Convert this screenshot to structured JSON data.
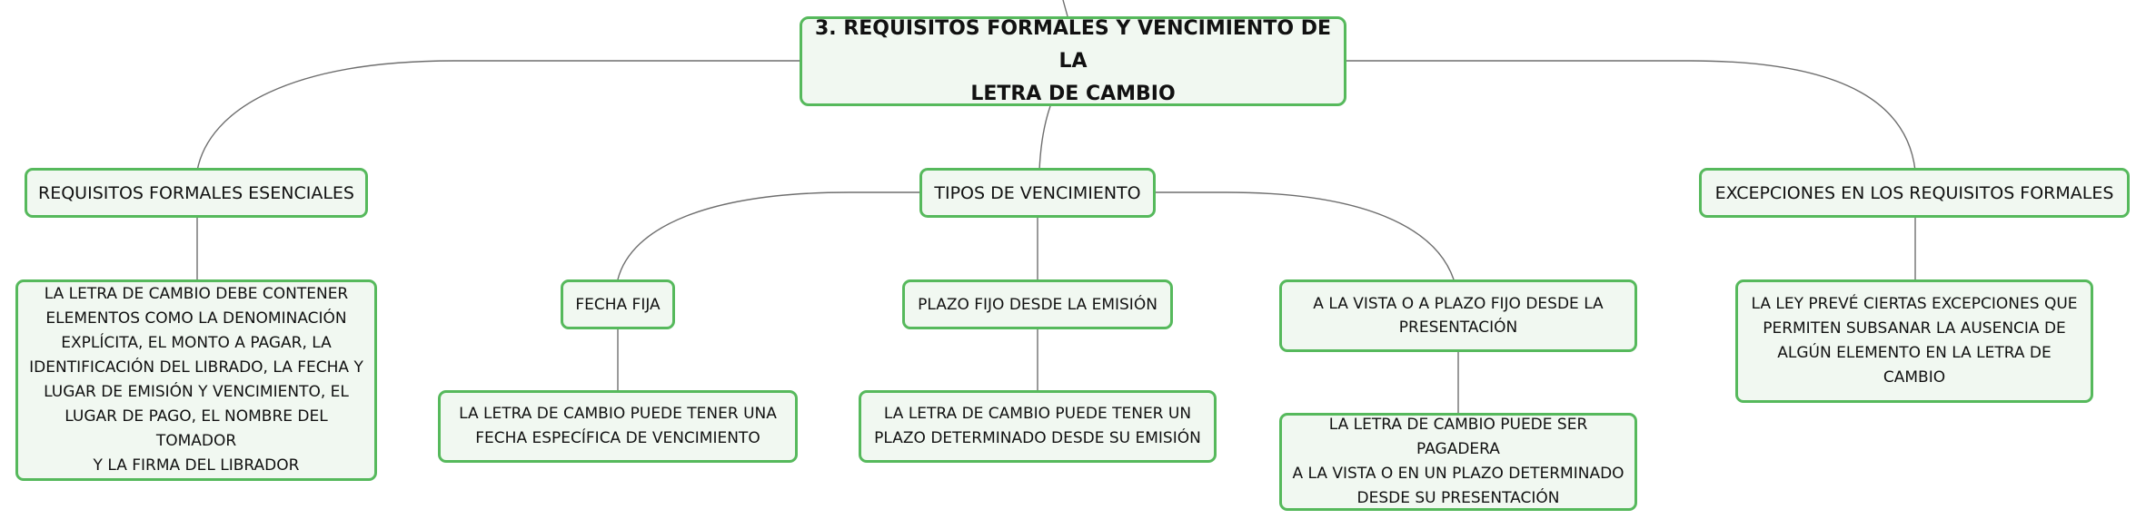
{
  "diagram": {
    "root": {
      "title": "3. REQUISITOS FORMALES Y VENCIMIENTO DE LA\nLETRA DE CAMBIO"
    },
    "branches": {
      "requisitos": {
        "label": "REQUISITOS FORMALES ESENCIALES",
        "detail": "LA LETRA DE CAMBIO DEBE CONTENER\nELEMENTOS COMO LA DENOMINACIÓN\nEXPLÍCITA, EL MONTO A PAGAR, LA\nIDENTIFICACIÓN DEL LIBRADO, LA FECHA Y\nLUGAR DE EMISIÓN Y VENCIMIENTO, EL\nLUGAR DE PAGO, EL NOMBRE DEL TOMADOR\nY LA FIRMA DEL LIBRADOR"
      },
      "tipos": {
        "label": "TIPOS DE VENCIMIENTO",
        "children": [
          {
            "label": "FECHA FIJA",
            "detail": "LA LETRA DE CAMBIO PUEDE TENER UNA\nFECHA ESPECÍFICA DE VENCIMIENTO"
          },
          {
            "label": "PLAZO FIJO DESDE LA EMISIÓN",
            "detail": "LA LETRA DE CAMBIO PUEDE TENER UN\nPLAZO DETERMINADO DESDE SU EMISIÓN"
          },
          {
            "label": "A LA VISTA O A PLAZO FIJO DESDE LA\nPRESENTACIÓN",
            "detail": "LA LETRA DE CAMBIO PUEDE SER PAGADERA\nA LA VISTA O EN UN PLAZO DETERMINADO\nDESDE SU PRESENTACIÓN"
          }
        ]
      },
      "excepciones": {
        "label": "EXCEPCIONES EN LOS REQUISITOS FORMALES",
        "detail": "LA LEY PREVÉ CIERTAS EXCEPCIONES QUE\nPERMITEN SUBSANAR LA AUSENCIA DE\nALGÚN ELEMENTO EN LA LETRA DE CAMBIO"
      }
    },
    "colors": {
      "node_border": "#56b95c",
      "node_fill": "#f1f8f1",
      "connector": "#6e6e6e",
      "text": "#111111"
    }
  }
}
